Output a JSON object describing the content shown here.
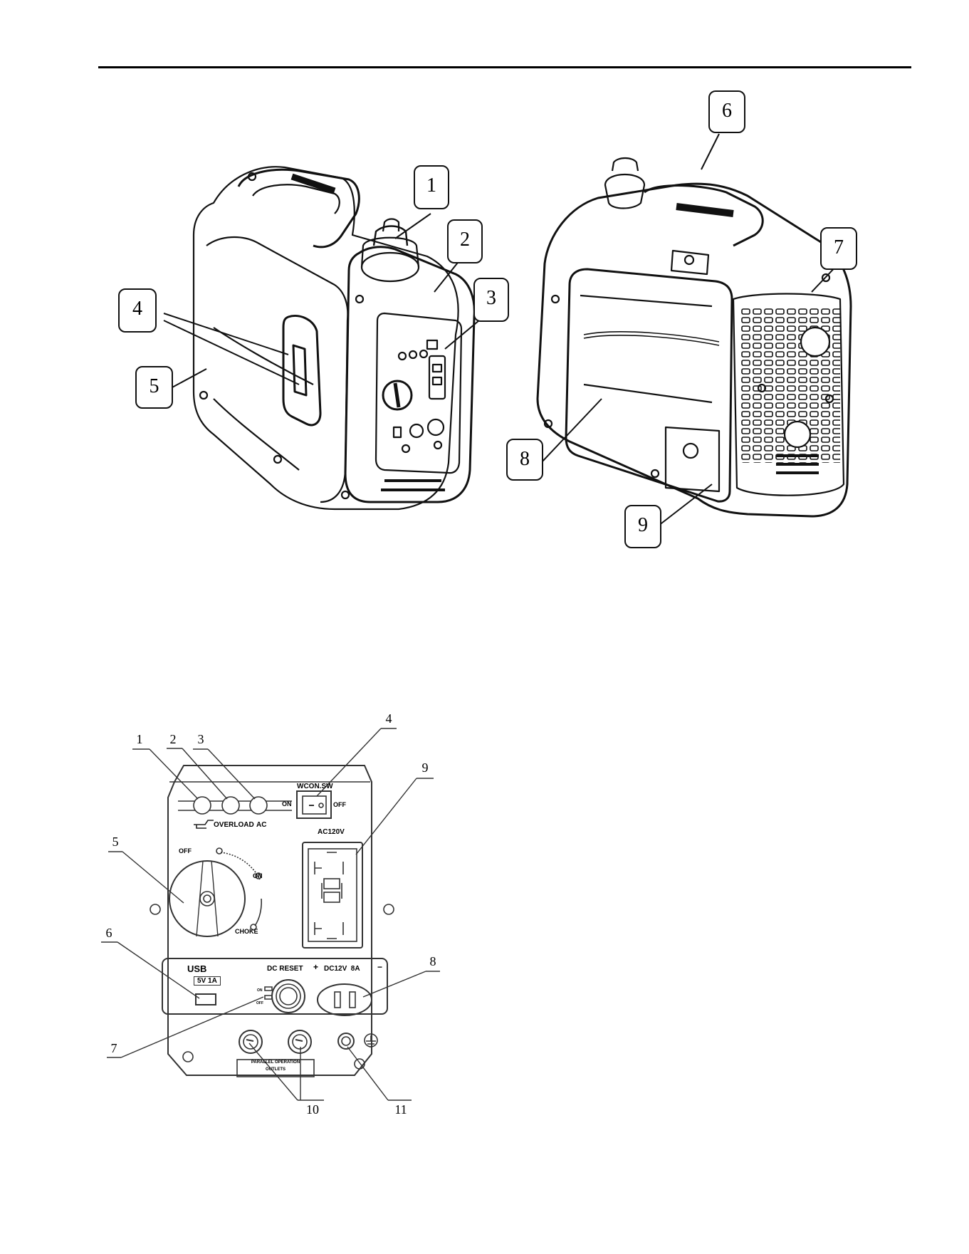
{
  "top_figure": {
    "left_callouts": [
      "1",
      "2",
      "3",
      "4",
      "5"
    ],
    "right_callouts": [
      "6",
      "7",
      "8",
      "9"
    ]
  },
  "panel_figure": {
    "callouts": [
      "1",
      "2",
      "3",
      "4",
      "5",
      "6",
      "7",
      "8",
      "9",
      "10",
      "11"
    ],
    "indicator_labels": {
      "overload": "OVERLOAD",
      "ac": "AC"
    },
    "switch": {
      "title": "WCON.SW",
      "on": "ON",
      "off": "OFF"
    },
    "outlet_title": "AC120V",
    "choke_knob": {
      "off": "OFF",
      "on": "ON",
      "choke": "CHOKE"
    },
    "usb": {
      "label": "USB",
      "rating": "5V 1A"
    },
    "dc_reset": {
      "label": "DC RESET",
      "on": "ON",
      "off": "OFF"
    },
    "dc_outlet": {
      "plus": "+",
      "label": "DC12V  8A",
      "minus": "−"
    },
    "parallel": {
      "line1": "PARALLEL OPERATION",
      "line2": "OUTLETS"
    }
  }
}
